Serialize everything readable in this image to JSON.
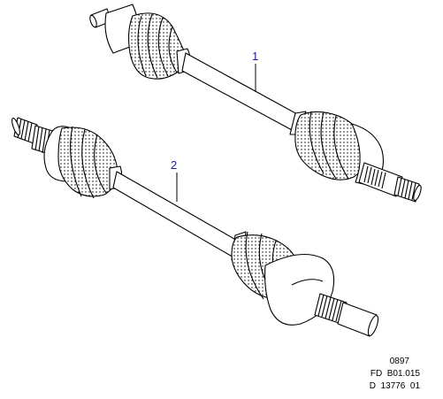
{
  "callouts": {
    "part1": "1",
    "part2": "2"
  },
  "reference": {
    "line1": "0897",
    "line2": "FD  B01.015",
    "line3": "D  13776  01"
  },
  "colors": {
    "line": "#000000",
    "callout": "#1a1aa0",
    "background": "#ffffff"
  }
}
